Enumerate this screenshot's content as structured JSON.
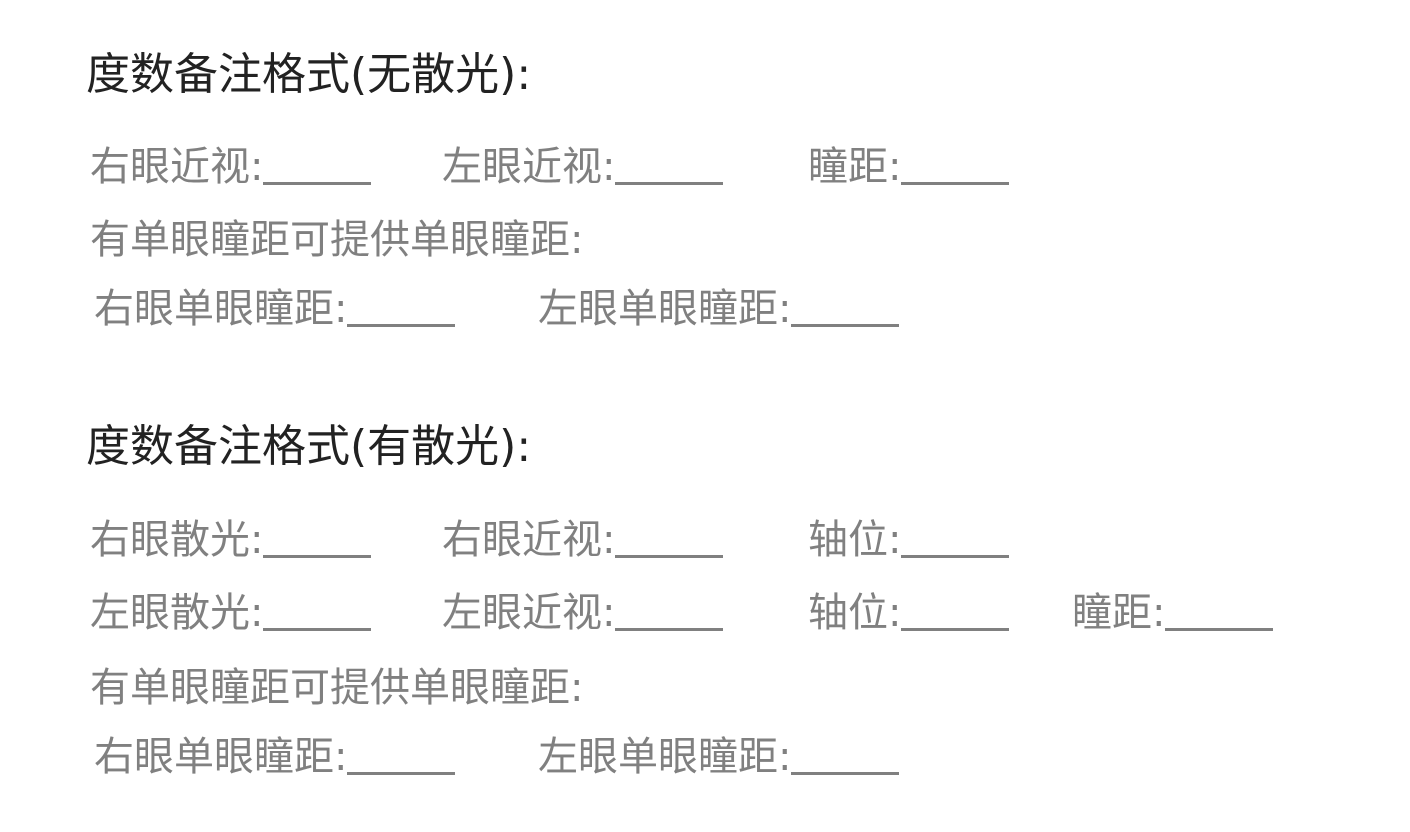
{
  "sections": [
    {
      "title": "度数备注格式(无散光):",
      "rows": [
        {
          "fields": [
            "右眼近视:",
            "左眼近视:",
            "瞳距:"
          ]
        },
        {
          "note": "有单眼瞳距可提供单眼瞳距:"
        },
        {
          "fields": [
            "右眼单眼瞳距:",
            "左眼单眼瞳距:"
          ]
        }
      ]
    },
    {
      "title": "度数备注格式(有散光):",
      "rows": [
        {
          "fields": [
            "右眼散光:",
            "右眼近视:",
            "轴位:"
          ]
        },
        {
          "fields": [
            "左眼散光:",
            "左眼近视:",
            "轴位:",
            "瞳距:"
          ]
        },
        {
          "note": "有单眼瞳距可提供单眼瞳距:"
        },
        {
          "fields": [
            "右眼单眼瞳距:",
            "左眼单眼瞳距:"
          ]
        }
      ]
    }
  ],
  "colors": {
    "heading_text": "#222222",
    "form_text": "#808080",
    "blank_line": "#808080",
    "background": "#ffffff"
  }
}
